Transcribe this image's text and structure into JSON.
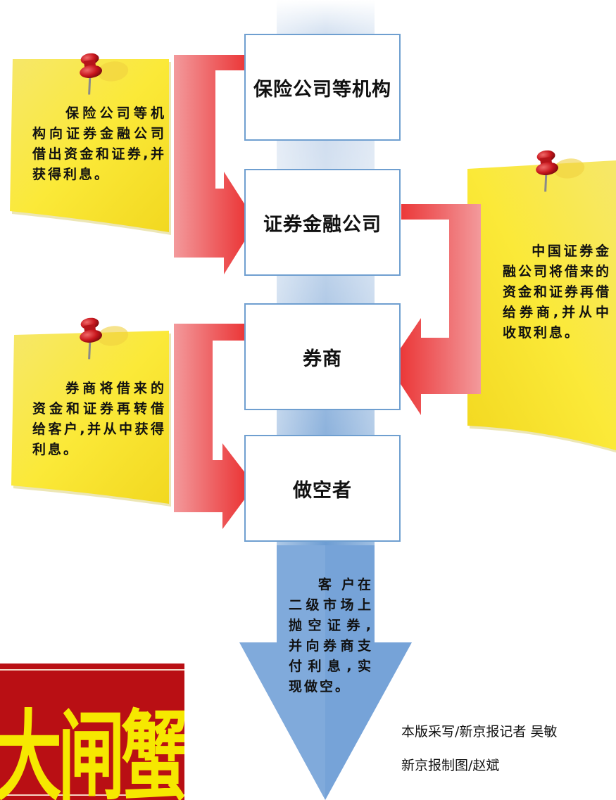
{
  "boxes": {
    "insurer": "保险公司等机构",
    "finance": "证券金融公司",
    "broker": "券商",
    "shortseller": "做空者"
  },
  "notes": {
    "insurer": "    保险公司等机构向证券金融公司借出资金和证券,并获得利息。",
    "finance": "    中国证券金融公司将借来的资金和证券再借给券商,并从中收取利息。",
    "broker": "    券商将借来的资金和证券再转借给客户,并从中获得利息。",
    "client": "    客 户在二级市场上抛空证券,并向券商支付利息,实现做空。"
  },
  "credits": {
    "reporter": "本版采写/新京报记者  吴敏",
    "graphic": "新京报制图/赵斌"
  },
  "banner": {
    "text": "大闸蟹"
  },
  "colors": {
    "blue_shaft": "#7aa6d9",
    "red_arrow": "#ee3330",
    "pink_arrow": "#f2a0a0",
    "sticky_note": "#fbe93c",
    "pushpin": "#c8161d",
    "banner_red": "#b90f14",
    "banner_text": "#f6e800"
  }
}
